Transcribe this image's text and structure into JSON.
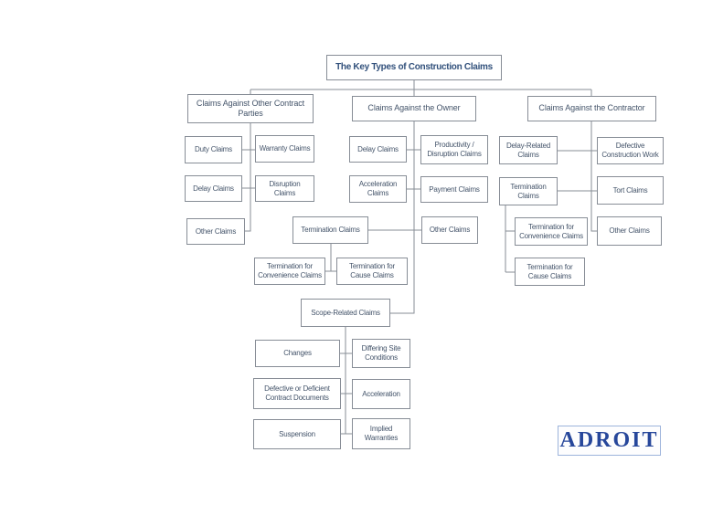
{
  "diagram": {
    "title": "The Key Types of Construction Claims",
    "branches": [
      {
        "label": "Claims Against Other Contract Parties",
        "children": [
          {
            "label": "Duty Claims"
          },
          {
            "label": "Warranty Claims"
          },
          {
            "label": "Delay Claims"
          },
          {
            "label": "Disruption Claims"
          },
          {
            "label": "Other Claims"
          }
        ]
      },
      {
        "label": "Claims Against the Owner",
        "children": [
          {
            "label": "Delay Claims"
          },
          {
            "label": "Productivity / Disruption Claims"
          },
          {
            "label": "Acceleration Claims"
          },
          {
            "label": "Payment Claims"
          },
          {
            "label": "Termination Claims",
            "children": [
              {
                "label": "Termination for Convenience Claims"
              },
              {
                "label": "Termination for Cause Claims"
              }
            ]
          },
          {
            "label": "Other Claims"
          },
          {
            "label": "Scope-Related Claims",
            "children": [
              {
                "label": "Changes"
              },
              {
                "label": "Differing Site Conditions"
              },
              {
                "label": "Defective or Deficient Contract Documents"
              },
              {
                "label": "Acceleration"
              },
              {
                "label": "Suspension"
              },
              {
                "label": "Implied Warranties"
              }
            ]
          }
        ]
      },
      {
        "label": "Claims Against the Contractor",
        "children": [
          {
            "label": "Delay-Related Claims"
          },
          {
            "label": "Defective Construction Work"
          },
          {
            "label": "Termination Claims",
            "children": [
              {
                "label": "Termination for Convenience Claims"
              },
              {
                "label": "Termination for Cause Claims"
              }
            ]
          },
          {
            "label": "Tort Claims"
          },
          {
            "label": "Other Claims"
          }
        ]
      }
    ]
  },
  "logo": {
    "text": "ADROIT"
  },
  "colors": {
    "node_text": "#44546a",
    "title_text": "#31507b",
    "box_border": "#878d96",
    "connector": "#878d96",
    "logo_text": "#27479b",
    "logo_border": "#9db4dc",
    "background": "#ffffff"
  }
}
